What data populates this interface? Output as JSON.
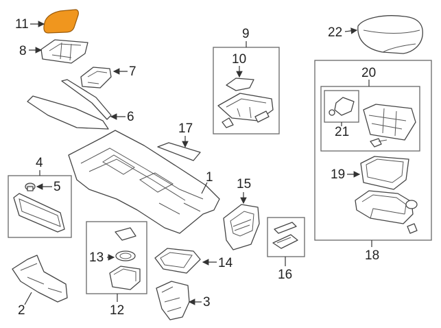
{
  "callouts": {
    "c1": "1",
    "c2": "2",
    "c3": "3",
    "c4": "4",
    "c5": "5",
    "c6": "6",
    "c7": "7",
    "c8": "8",
    "c9": "9",
    "c10": "10",
    "c11": "11",
    "c12": "12",
    "c13": "13",
    "c14": "14",
    "c15": "15",
    "c16": "16",
    "c17": "17",
    "c18": "18",
    "c19": "19",
    "c20": "20",
    "c21": "21",
    "c22": "22"
  },
  "colors": {
    "highlight": "#f0961e",
    "highlight_stroke": "#9a5a0a"
  }
}
